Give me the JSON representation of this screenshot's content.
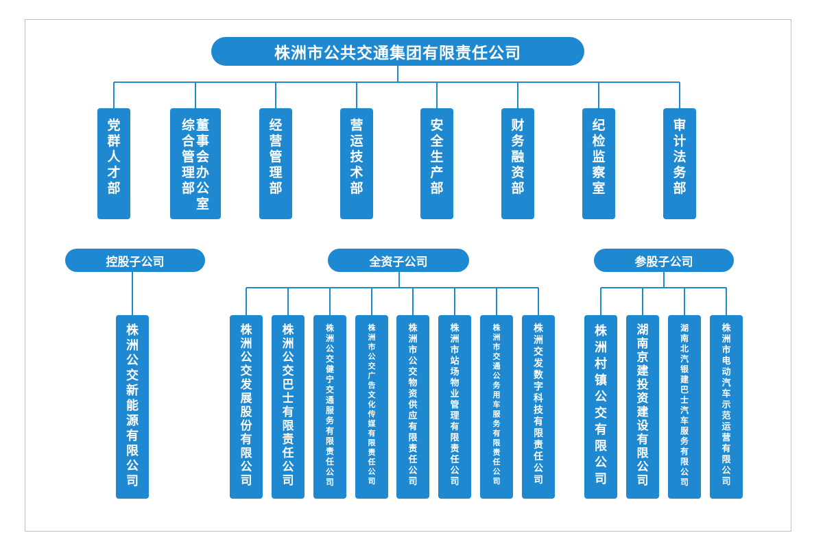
{
  "title": "株洲市公共交通集团有限责任公司",
  "departments": [
    {
      "lines": [
        "党群人才部"
      ]
    },
    {
      "lines": [
        "董事会办公室",
        "综合管理部"
      ]
    },
    {
      "lines": [
        "经营管理部"
      ]
    },
    {
      "lines": [
        "营运技术部"
      ]
    },
    {
      "lines": [
        "安全生产部"
      ]
    },
    {
      "lines": [
        "财务融资部"
      ]
    },
    {
      "lines": [
        "纪检监察室"
      ]
    },
    {
      "lines": [
        "审计法务部"
      ]
    }
  ],
  "groups": {
    "holding": {
      "label": "控股子公司",
      "companies": [
        "株洲公交新能源有限公司"
      ]
    },
    "wholly_owned": {
      "label": "全资子公司",
      "companies": [
        "株洲公交发展股份有限公司",
        "株洲公交巴士有限责任公司",
        "株洲公交健宁交通服务有限责任公司",
        "株洲市公交广告文化传媒有限责任公司",
        "株洲市公交物资供应有限责任公司",
        "株洲市站场物业管理有限责任公司",
        "株洲市交通公务用车服务有限责任公司",
        "株洲交发数字科技有限责任公司"
      ]
    },
    "participating": {
      "label": "参股子公司",
      "companies": [
        "株洲村镇公交有限公司",
        "湖南京建投资建设有限公司",
        "湖南北汽银建巴士汽车服务有限公司",
        "株洲市电动汽车示范运营有限公司"
      ]
    }
  }
}
